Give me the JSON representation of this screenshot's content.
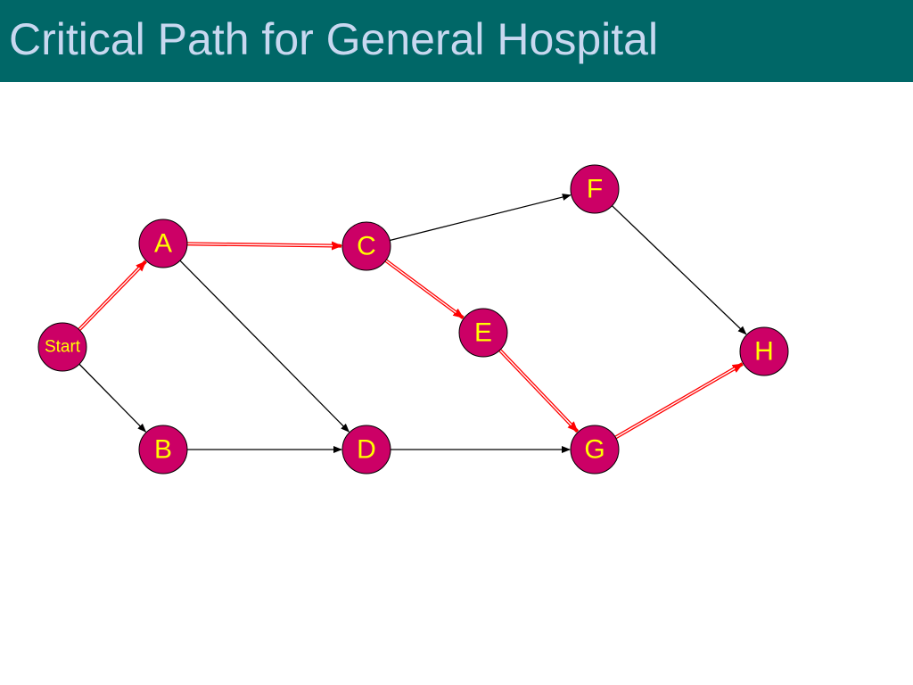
{
  "title": "Critical Path for General Hospital",
  "colors": {
    "title_bar": "#006767",
    "title_text": "#c8d8f0",
    "node_fill": "#cc0066",
    "node_label": "#ffff00",
    "critical_edge": "#ff0000",
    "normal_edge": "#000000"
  },
  "nodes": [
    {
      "id": "start",
      "label": "Start"
    },
    {
      "id": "a",
      "label": "A"
    },
    {
      "id": "b",
      "label": "B"
    },
    {
      "id": "c",
      "label": "C"
    },
    {
      "id": "d",
      "label": "D"
    },
    {
      "id": "e",
      "label": "E"
    },
    {
      "id": "f",
      "label": "F"
    },
    {
      "id": "g",
      "label": "G"
    },
    {
      "id": "h",
      "label": "H"
    }
  ],
  "edges": [
    {
      "from": "start",
      "to": "a",
      "critical": true
    },
    {
      "from": "start",
      "to": "b",
      "critical": false
    },
    {
      "from": "a",
      "to": "c",
      "critical": true
    },
    {
      "from": "a",
      "to": "d",
      "critical": false
    },
    {
      "from": "b",
      "to": "d",
      "critical": false
    },
    {
      "from": "c",
      "to": "f",
      "critical": false
    },
    {
      "from": "c",
      "to": "e",
      "critical": true
    },
    {
      "from": "d",
      "to": "g",
      "critical": false
    },
    {
      "from": "e",
      "to": "g",
      "critical": true
    },
    {
      "from": "f",
      "to": "h",
      "critical": false
    },
    {
      "from": "g",
      "to": "h",
      "critical": true
    }
  ]
}
